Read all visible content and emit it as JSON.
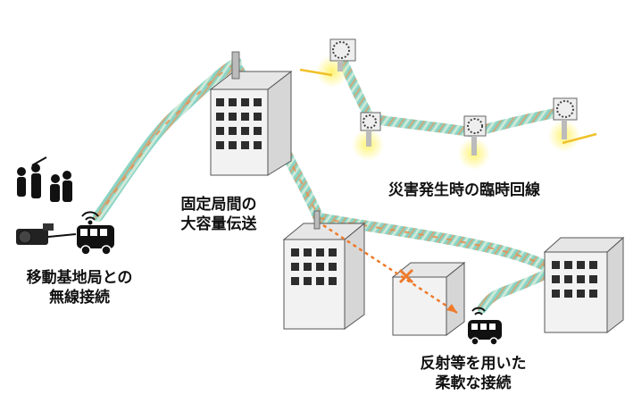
{
  "labels": {
    "mobile_base_line1": "移動基地局との",
    "mobile_base_line2": "無線接続",
    "fixed_line1": "固定局間の",
    "fixed_line2": "大容量伝送",
    "disaster": "災害発生時の臨時回線",
    "reflect_line1": "反射等を用いた",
    "reflect_line2": "柔軟な接続"
  },
  "colors": {
    "building_front": "#f2f2f2",
    "building_side": "#d6d6d6",
    "window": "#2d2d2d",
    "beam_teal": "#6cc6b6",
    "beam_orange": "#ec8a46",
    "blocked_path": "#ee7a2a",
    "glow": "#fff27a",
    "van": "#111111"
  },
  "icons": [
    "camera-crew-silhouette-icon",
    "video-camera-icon",
    "van-icon",
    "wifi-icon",
    "blocked-x-icon",
    "dish-antenna-icon"
  ]
}
